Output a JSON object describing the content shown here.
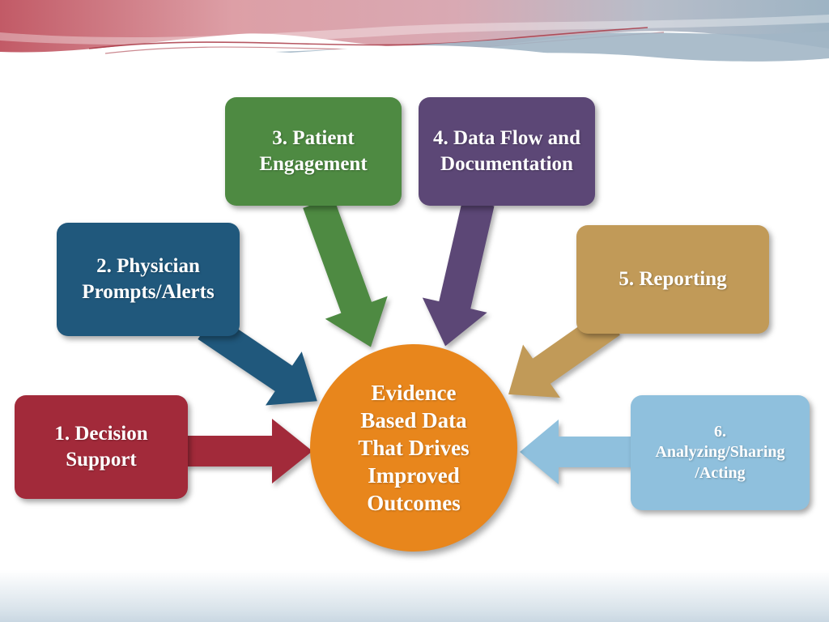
{
  "diagram": {
    "center": {
      "label": "Evidence\nBased Data\nThat Drives\nImproved\nOutcomes",
      "color": "#E8861C",
      "text_color": "#FFFFFF"
    },
    "nodes": [
      {
        "label": "1. Decision\nSupport",
        "color": "#A22A3A"
      },
      {
        "label": "2. Physician\nPrompts/Alerts",
        "color": "#20587C"
      },
      {
        "label": "3. Patient\nEngagement",
        "color": "#4E8A42"
      },
      {
        "label": "4. Data Flow and\nDocumentation",
        "color": "#5C4776"
      },
      {
        "label": "5. Reporting",
        "color": "#C19A58"
      },
      {
        "label": "6.\nAnalyzing/Sharing\n/Acting",
        "color": "#8FC0DD"
      }
    ],
    "decoration": {
      "band_left_color": "#C25A66",
      "band_pink_color": "#DD9FA6",
      "band_blue_color": "#9EB4C4",
      "accent_line_color": "#A93A46"
    }
  }
}
